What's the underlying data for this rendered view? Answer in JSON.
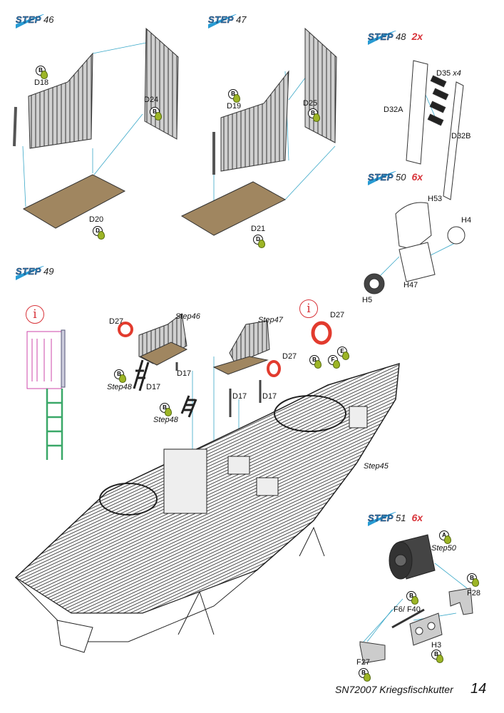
{
  "steps": [
    {
      "word": "STEP",
      "num": "46",
      "mult": ""
    },
    {
      "word": "STEP",
      "num": "47",
      "mult": ""
    },
    {
      "word": "STEP",
      "num": "48",
      "mult": "2x"
    },
    {
      "word": "STEP",
      "num": "50",
      "mult": "6x"
    },
    {
      "word": "STEP",
      "num": "49",
      "mult": ""
    },
    {
      "word": "STEP",
      "num": "51",
      "mult": "6x"
    }
  ],
  "parts": {
    "d18": "D18",
    "d24": "D24",
    "d20": "D20",
    "d19": "D19",
    "d25": "D25",
    "d21": "D21",
    "d35": "D35",
    "d35_qty": "x4",
    "d32a": "D32A",
    "d32b": "D32B",
    "h53": "H53",
    "h4": "H4",
    "h47": "H47",
    "h5": "H5",
    "d27": "D27",
    "d17": "D17",
    "f28": "F28",
    "f6f40": "F6/ F40",
    "h3": "H3",
    "f27": "F27"
  },
  "refs": {
    "step46": "Step46",
    "step47": "Step47",
    "step48": "Step48",
    "step45": "Step45",
    "step50": "Step50"
  },
  "paints": {
    "b": "B",
    "d": "D",
    "e": "E",
    "f": "F",
    "a": "A"
  },
  "info_icon": "i",
  "colors": {
    "accent": "#2d86c0",
    "multiplier": "#d8343a",
    "paint_drop": "#9db526",
    "arrow": "#3aa8c8",
    "wood": "#a08660",
    "lifebuoy": "#e23b2e",
    "ladder": "#3aa868",
    "pink": "#cc44aa"
  },
  "footer": {
    "title": "SN72007 Kriegsfischkutter",
    "page": "14"
  }
}
